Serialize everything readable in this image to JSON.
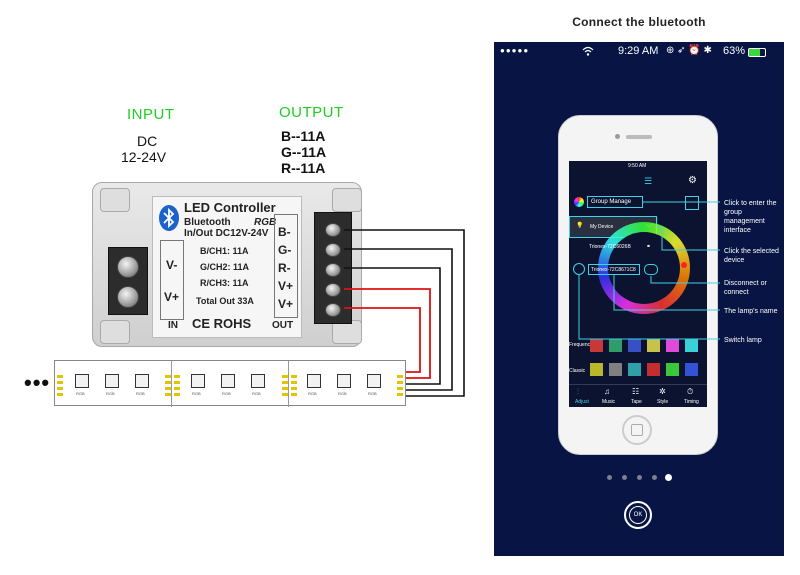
{
  "left": {
    "input_label": "INPUT",
    "dc_label": "DC",
    "dc_range": "12-24V",
    "output_label": "OUTPUT",
    "outputs": [
      "B--11A",
      "G--11A",
      "R--11A"
    ],
    "ellipsis": "•••"
  },
  "controller": {
    "title": "LED Controller",
    "bluetooth": "Bluetooth",
    "rgb": "RGB",
    "inout": "In/Out  DC12V-24V",
    "channels": [
      "B/CH1:  11A",
      "G/CH2:  11A",
      "R/CH3:  11A"
    ],
    "total": "Total Out  33A",
    "cert": "CE ROHS",
    "in_label": "IN",
    "out_label": "OUT",
    "in_terms": [
      "V-",
      "V+"
    ],
    "out_terms": [
      "B-",
      "G-",
      "R-",
      "V+",
      "V+"
    ]
  },
  "strip": {
    "chip_label": "RGB"
  },
  "phone": {
    "panel_title": "Connect the bluetooth",
    "signal": "●●●●●",
    "time": "9:29 AM",
    "battery": "63%",
    "screen": {
      "time": "9:50 AM",
      "group_manage": "Group Manage",
      "my_device": "My Device",
      "device1": "Trionex-72C6026B",
      "device2": "Trionex-72C8671C8",
      "frequency": "Frequency",
      "classic": "Classic",
      "tabs": [
        "Adjust",
        "Music",
        "Tape",
        "Style",
        "Timing"
      ],
      "presets_row1": [
        "#c83838",
        "#2f9c6a",
        "#3a4fc4",
        "#c8c24a",
        "#e04ad8",
        "#3ad0d8"
      ],
      "presets_row2": [
        "#b8b82a",
        "#808080",
        "#2fa0a8",
        "#c42e2e",
        "#3ac83a",
        "#3452d8"
      ]
    },
    "callouts": {
      "group": "Click to enter the group management interface",
      "selected": "Click the selected device",
      "connect": "Disconnect or connect",
      "name": "The lamp's name",
      "switch": "Switch lamp"
    },
    "ok": "OK"
  },
  "colors": {
    "green_label": "#22cc22",
    "callout_line": "#3fd2e6",
    "wire_red": "#dd1111",
    "wire_black": "#111111",
    "panel_bg": "#081544"
  }
}
